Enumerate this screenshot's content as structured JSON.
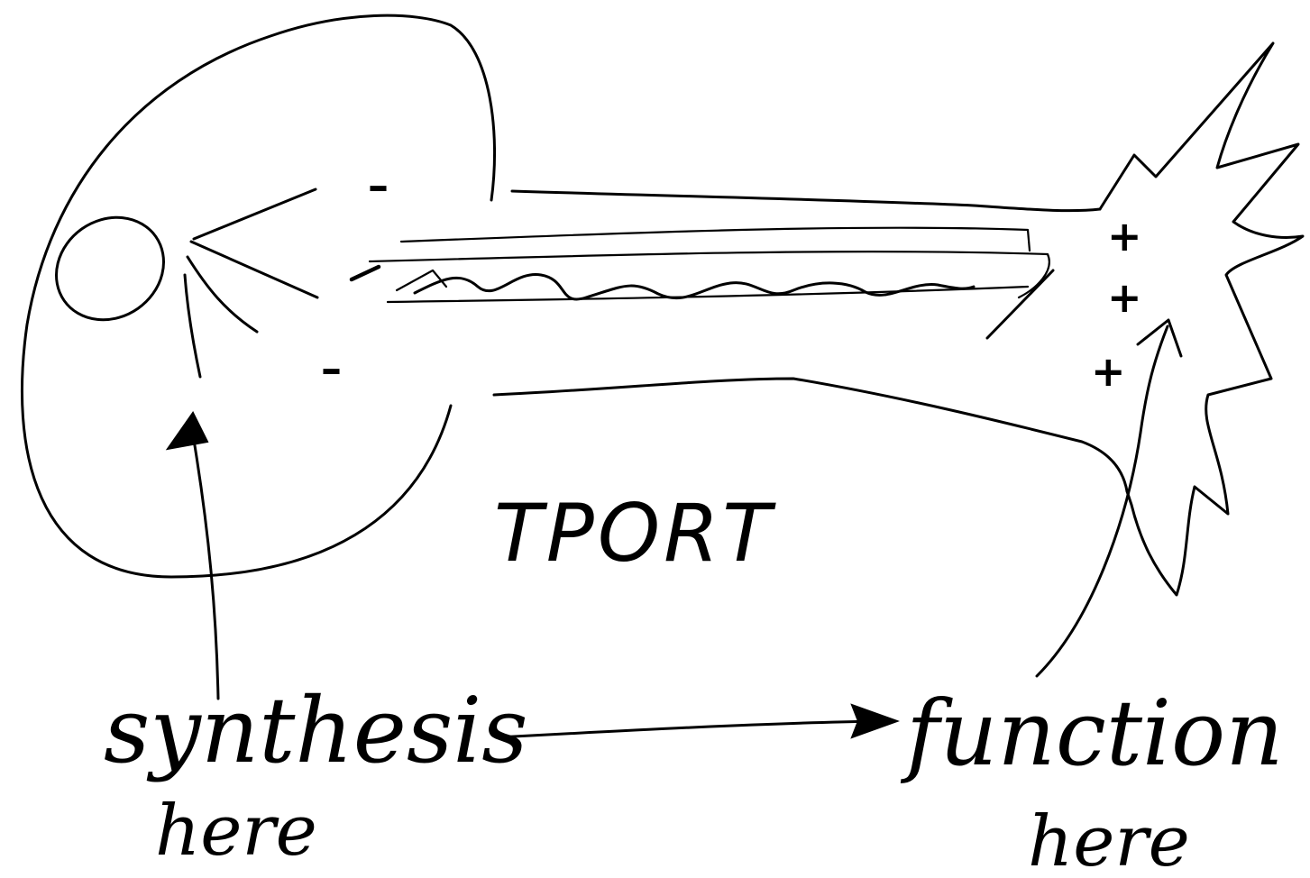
{
  "labels": {
    "transport": "TPORT",
    "left_line1": "synthesis",
    "left_line2": "here",
    "right_line1": "function",
    "right_line2": "here"
  },
  "charges": {
    "plus": "+",
    "minus": "–"
  },
  "colors": {
    "ink": "#000000",
    "paper": "#ffffff"
  }
}
